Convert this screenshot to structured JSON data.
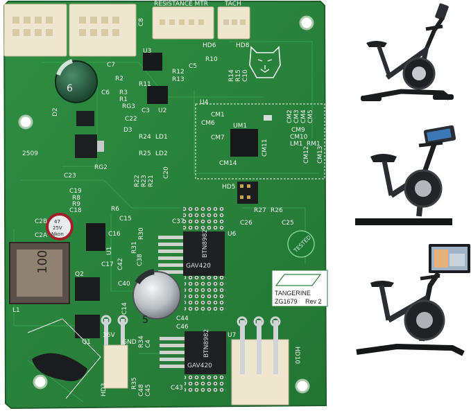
{
  "board": {
    "connector_labels": {
      "resistance_mtr": "RESISTANCE MTR",
      "tach": "TACH",
      "hd6": "HD6",
      "hd8": "HD8",
      "hd5": "HD5",
      "hd3": "HD3",
      "hd10": "HD10",
      "gnd": "GND",
      "v36": "36V"
    },
    "chip_markings": {
      "u6_line1": "BTN8982",
      "u6_line2": "GAV420",
      "u7_line1": "BTN8982",
      "u7_line2": "GAV420"
    },
    "capacitor_markings": {
      "big_cap_top": "6",
      "big_cap_bottom": "5",
      "small_cap_value": "47",
      "small_cap_voltage": "25V",
      "small_cap_brand": "Nkon"
    },
    "inductor_marking": "100",
    "board_code": "2509",
    "label_name": "TANGERINE",
    "label_part": "ZG1679",
    "label_rev": "Rev 2",
    "stamp_text": "TESTED",
    "designators": [
      "C8",
      "R10",
      "C5",
      "R14",
      "R15",
      "C10",
      "U3",
      "R2",
      "R12",
      "R13",
      "C7",
      "C6",
      "R11",
      "R3",
      "R1",
      "RG3",
      "C3",
      "U2",
      "C22",
      "D3",
      "U4",
      "CM1",
      "CM6",
      "UM1",
      "CM7",
      "CM2",
      "CM3",
      "CM4",
      "CM5",
      "CM9",
      "CM10",
      "CM11",
      "LM1",
      "RM1",
      "CM12",
      "CM13",
      "CM14",
      "R24",
      "LD1",
      "R25",
      "LD2",
      "RG2",
      "C23",
      "R22",
      "R23",
      "C20",
      "R21",
      "C19",
      "R8",
      "R9",
      "C18",
      "C2B",
      "C2A",
      "R6",
      "C15",
      "C16",
      "U1",
      "C17",
      "C42",
      "C38",
      "R31",
      "R30",
      "C37",
      "U6",
      "C40",
      "R27",
      "R26",
      "C26",
      "C25",
      "Q2",
      "L1",
      "C14",
      "C44",
      "C46",
      "Q1",
      "R34",
      "C4",
      "R35",
      "C48",
      "C45",
      "C43",
      "U7",
      "D2"
    ]
  },
  "bikes": [
    {
      "name": "bike-with-tablet-top"
    },
    {
      "name": "bike-with-console-middle"
    },
    {
      "name": "bike-with-large-screen-bottom"
    }
  ]
}
